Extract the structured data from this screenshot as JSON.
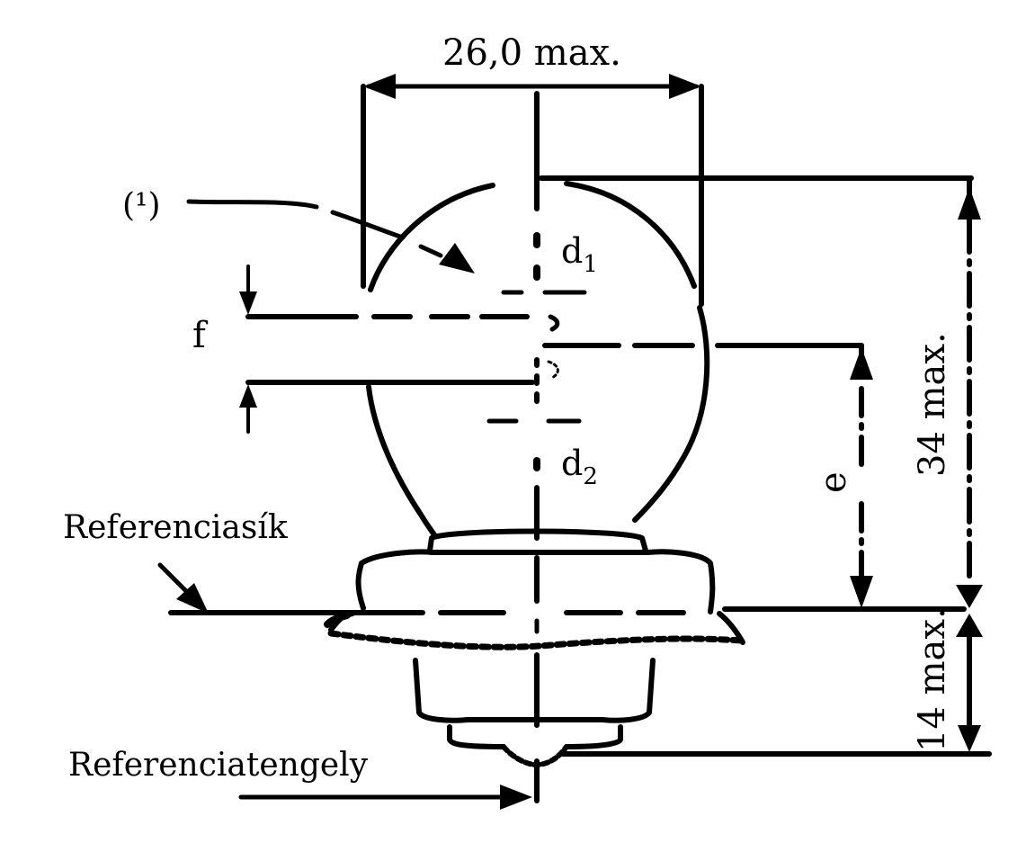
{
  "labels": {
    "width_dim": "26,0 max.",
    "note": "(¹)",
    "d1_main": "d",
    "d1_sub": "1",
    "d2_main": "d",
    "d2_sub": "2",
    "f": "f",
    "e": "e",
    "height_dim": "34 max.",
    "base_dim": "14 max.",
    "ref_plane": "Referenciasík",
    "ref_axis": "Referenciatengely"
  },
  "colors": {
    "ink": "#000000",
    "paper": "#ffffff"
  }
}
